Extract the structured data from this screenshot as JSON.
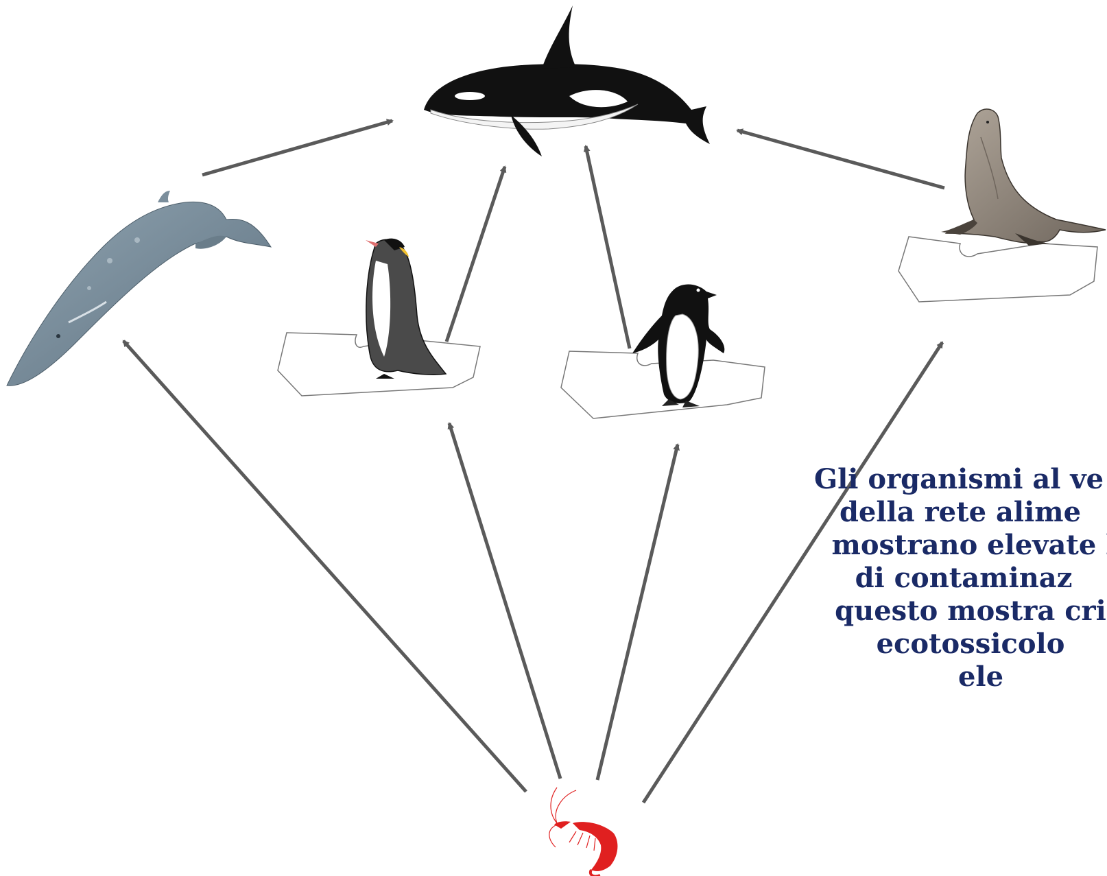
{
  "caption": {
    "lines": [
      "Gli organismi al ve",
      "della rete alime",
      "mostrano elevate l",
      "di contaminaz",
      "questo mostra cri",
      "ecotossicolo",
      "ele"
    ]
  },
  "organisms": [
    "orca",
    "blue-whale",
    "emperor-penguin",
    "adelie-penguin",
    "fur-seal",
    "krill"
  ],
  "colors": {
    "arrow": "#5a5a5a",
    "text": "#1a2a66",
    "krill": "#e02020",
    "orca": "#111111",
    "whale": "#7b8e9c",
    "seal": "#8f8478"
  }
}
